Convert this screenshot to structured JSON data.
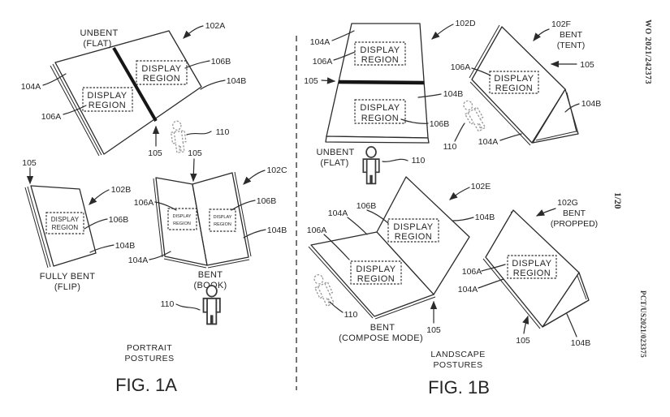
{
  "page": {
    "pub_number": "WO 2021/242373",
    "sheet_number": "1/20",
    "app_number": "PCT/US2021/023375"
  },
  "display_region": {
    "line1": "DISPLAY",
    "line2": "REGION"
  },
  "fig1a": {
    "caption_line1": "PORTRAIT",
    "caption_line2": "POSTURES",
    "figure_label": "FIG. 1A",
    "flat": {
      "title_line1": "UNBENT",
      "title_line2": "(FLAT)",
      "ref": "102A",
      "panel_a": "104A",
      "panel_b": "104B",
      "region_a": "106A",
      "region_b": "106B",
      "hinge": "105",
      "user": "110"
    },
    "flip": {
      "title_line1": "FULLY BENT",
      "title_line2": "(FLIP)",
      "ref": "102B",
      "region_b": "106B",
      "panel_b": "104B",
      "fold": "105"
    },
    "book": {
      "title_line1": "BENT",
      "title_line2": "(BOOK)",
      "ref": "102C",
      "region_a": "106A",
      "region_b": "106B",
      "panel_a": "104A",
      "panel_b": "104B",
      "spine": "105",
      "user": "110"
    }
  },
  "fig1b": {
    "caption_line1": "LANDSCAPE",
    "caption_line2": "POSTURES",
    "figure_label": "FIG. 1B",
    "flat": {
      "title_line1": "UNBENT",
      "title_line2": "(FLAT)",
      "ref": "102D",
      "panel_a": "104A",
      "panel_b": "104B",
      "region_a": "106A",
      "region_b": "106B",
      "hinge": "105",
      "user": "110"
    },
    "tent": {
      "ref": "102F",
      "title_line1": "BENT",
      "title_line2": "(TENT)",
      "region_a": "106A",
      "panel_a": "104A",
      "panel_b": "104B",
      "ridge": "105",
      "user": "110"
    },
    "compose": {
      "ref": "102E",
      "title_line1": "BENT",
      "title_line2": "(COMPOSE MODE)",
      "region_a": "106A",
      "region_b": "106B",
      "panel_a": "104A",
      "panel_b": "104B",
      "fold": "105",
      "user": "110"
    },
    "propped": {
      "ref": "102G",
      "title_line1": "BENT",
      "title_line2": "(PROPPED)",
      "region_a": "106A",
      "panel_a": "104A",
      "panel_b": "104B",
      "fold": "105"
    }
  }
}
